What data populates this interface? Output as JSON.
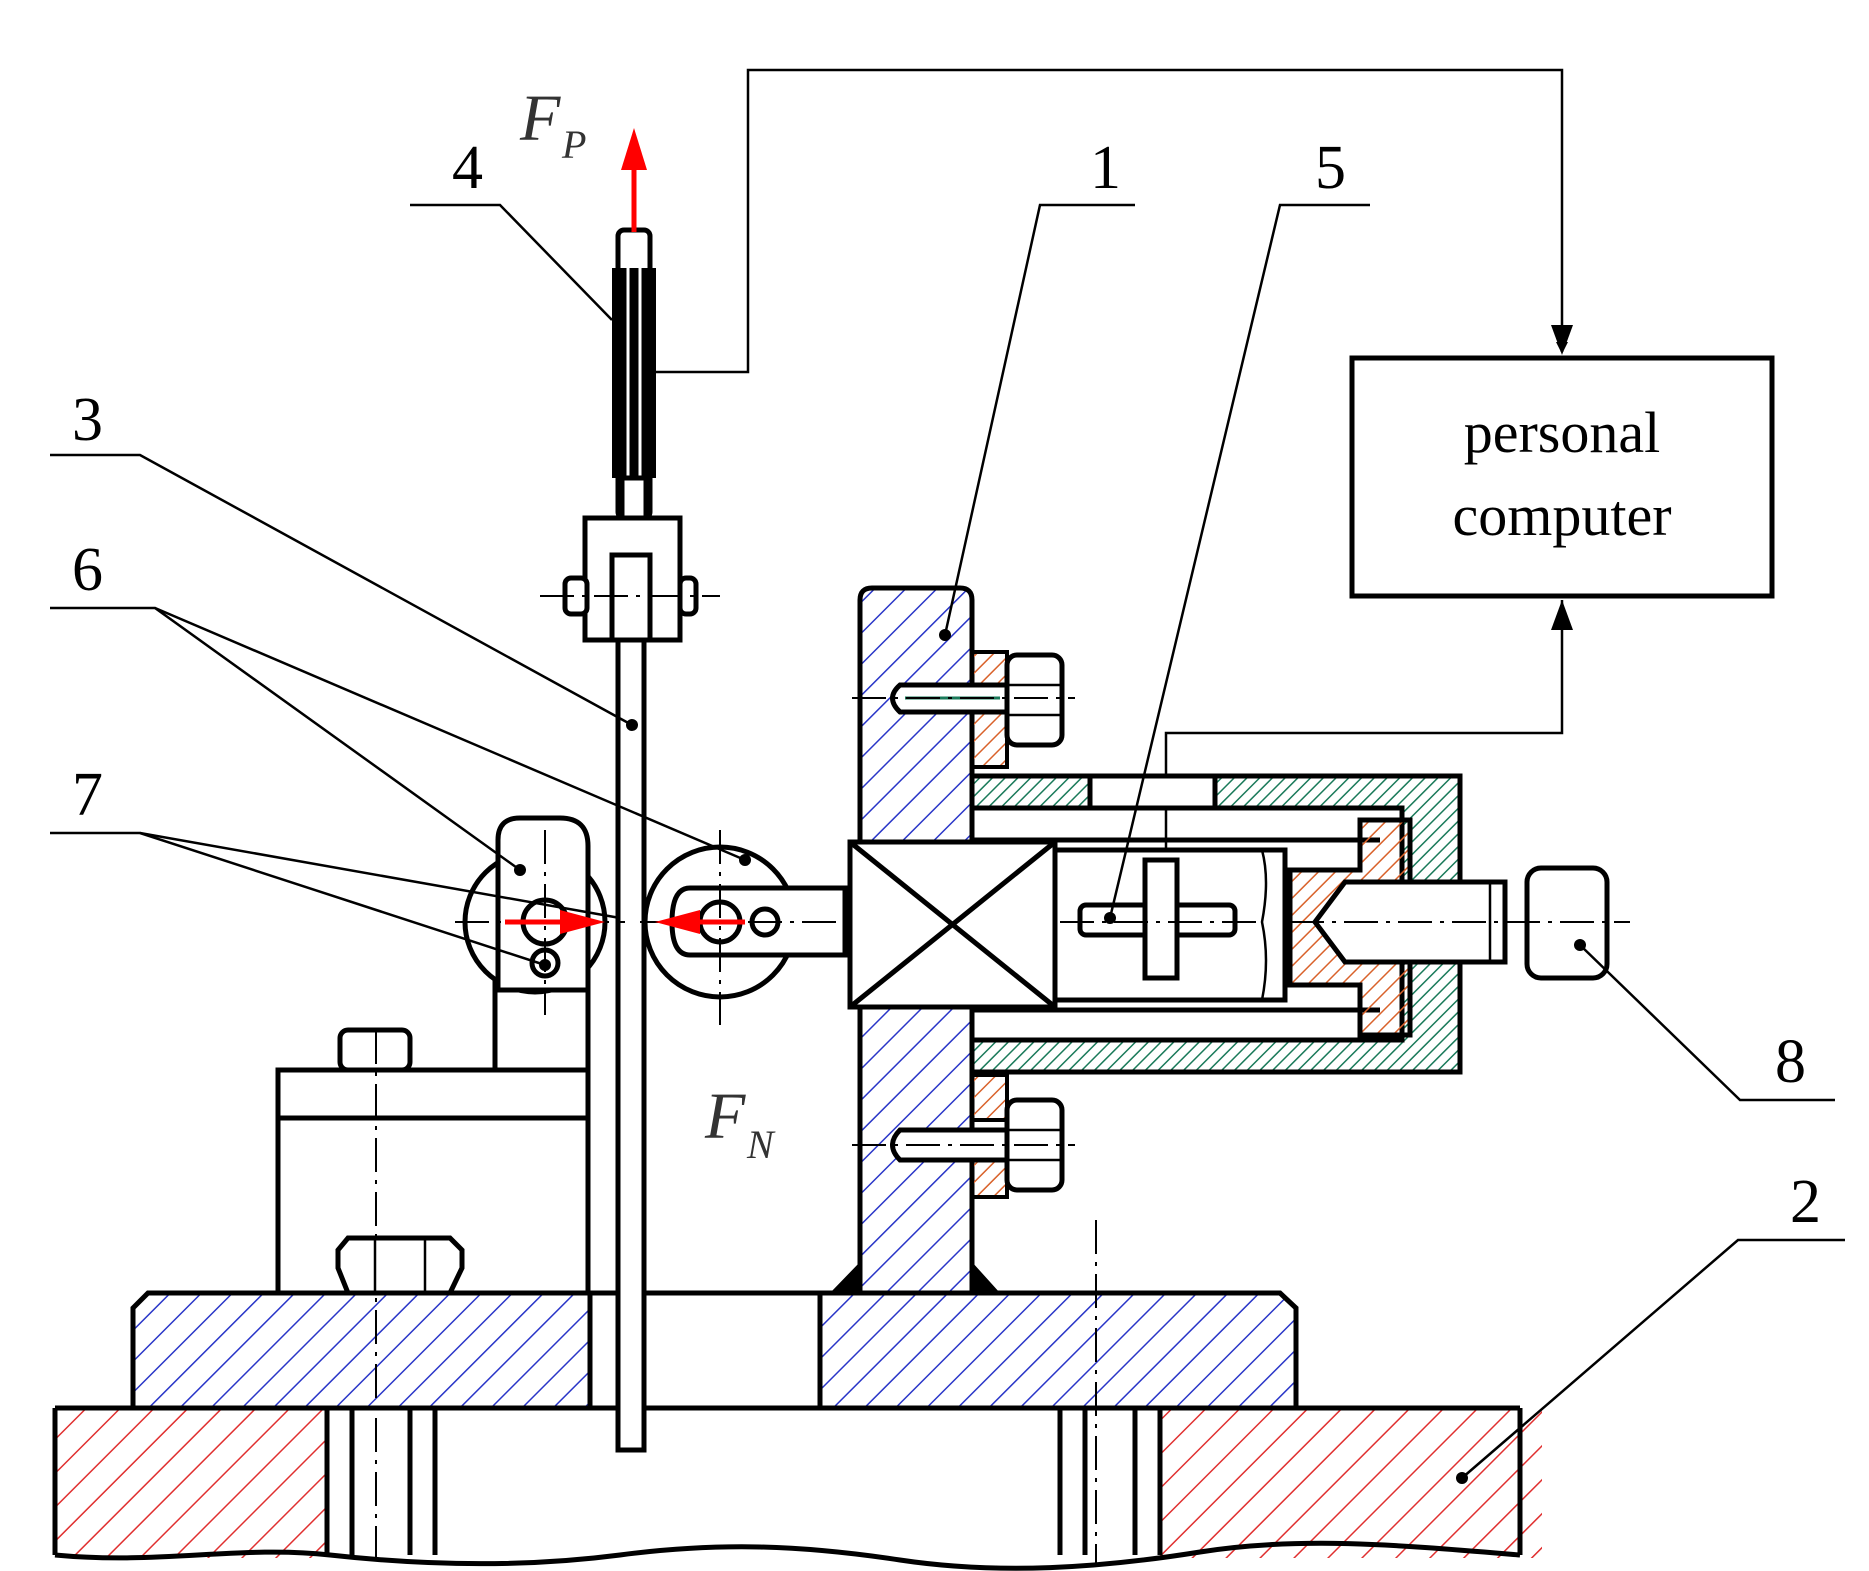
{
  "labels": {
    "l1": "1",
    "l2": "2",
    "l3": "3",
    "l4": "4",
    "l5": "5",
    "l6": "6",
    "l7": "7",
    "l8": "8"
  },
  "forces": {
    "fp": "F",
    "fp_sub": "P",
    "fn": "F",
    "fn_sub": "N"
  },
  "computer_box": {
    "line1": "personal",
    "line2": "computer"
  },
  "colors": {
    "blue_hatch": "#2a36c8",
    "red_hatch": "#e03030",
    "green_hatch": "#1a7a5a",
    "orange_hatch": "#d9622b",
    "force_arrow": "#ff0000"
  }
}
